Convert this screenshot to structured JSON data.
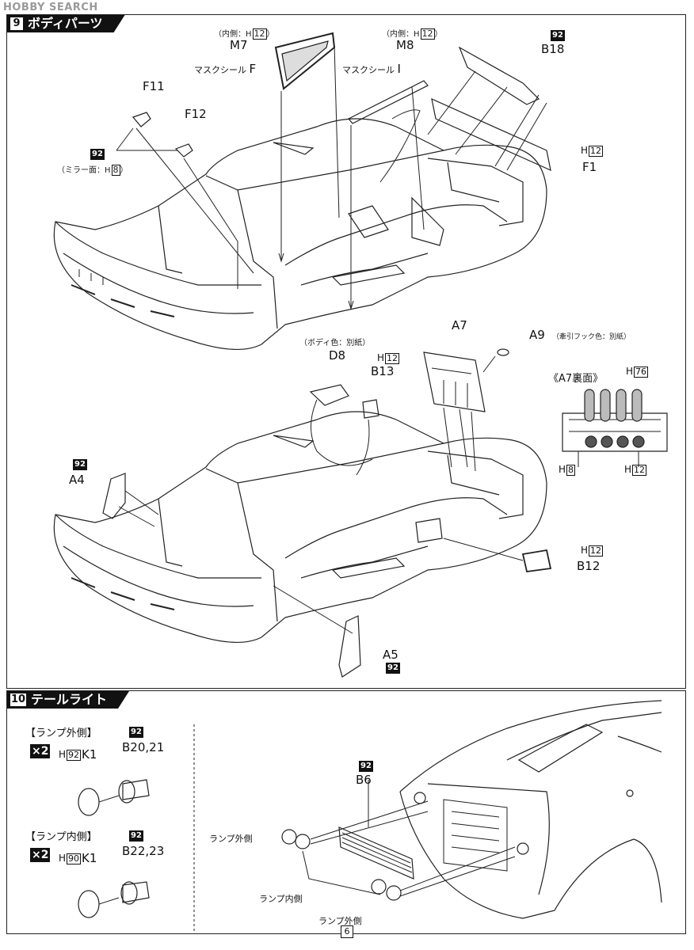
{
  "watermark": "HOBBY SEARCH",
  "page_number": "6",
  "step9": {
    "number": "9",
    "title": "ボディパーツ",
    "m7": {
      "note_prefix": "（内側：H",
      "note_code": "12",
      "note_suffix": "）",
      "label": "M7"
    },
    "mask_f": {
      "text": "マスクシール",
      "letter": "F"
    },
    "m8": {
      "note_prefix": "（内側：H",
      "note_code": "12",
      "note_suffix": "）",
      "label": "M8"
    },
    "mask_i": {
      "text": "マスクシール",
      "letter": "I"
    },
    "b18": {
      "badge": "92",
      "label": "B18"
    },
    "f1": {
      "h": "H",
      "code": "12",
      "label": "F1"
    },
    "f11": "F11",
    "f12": "F12",
    "mirror": {
      "badge": "92",
      "note_prefix": "（ミラー面：H",
      "note_code": "8",
      "note_suffix": "）"
    },
    "d8": {
      "note": "（ボディ色：別紙）",
      "label": "D8"
    },
    "b13": {
      "h": "H",
      "code": "12",
      "label": "B13"
    },
    "a7": "A7",
    "a9": {
      "label": "A9",
      "note": "（牽引フック色：別紙）"
    },
    "a7_back": {
      "title": "《A7裏面》",
      "h_top": "H",
      "code_top": "76",
      "h_left": "H",
      "code_left": "8",
      "h_right": "H",
      "code_right": "12"
    },
    "a4": {
      "badge": "92",
      "label": "A4"
    },
    "b12": {
      "h": "H",
      "code": "12",
      "label": "B12"
    },
    "a5": {
      "label": "A5",
      "badge": "92"
    }
  },
  "step10": {
    "number": "10",
    "title": "テールライト",
    "outer": {
      "heading": "【ランプ外側】",
      "qty": "×2",
      "h": "H",
      "code": "92",
      "k": "K1",
      "badge": "92",
      "b": "B20,21"
    },
    "inner": {
      "heading": "【ランプ内側】",
      "qty": "×2",
      "h": "H",
      "code": "90",
      "k": "K1",
      "badge": "92",
      "b": "B22,23"
    },
    "b6": {
      "badge": "92",
      "label": "B6"
    },
    "lamp_outer_1": "ランプ外側",
    "lamp_inner": "ランプ内側",
    "lamp_outer_2": "ランプ外側"
  }
}
